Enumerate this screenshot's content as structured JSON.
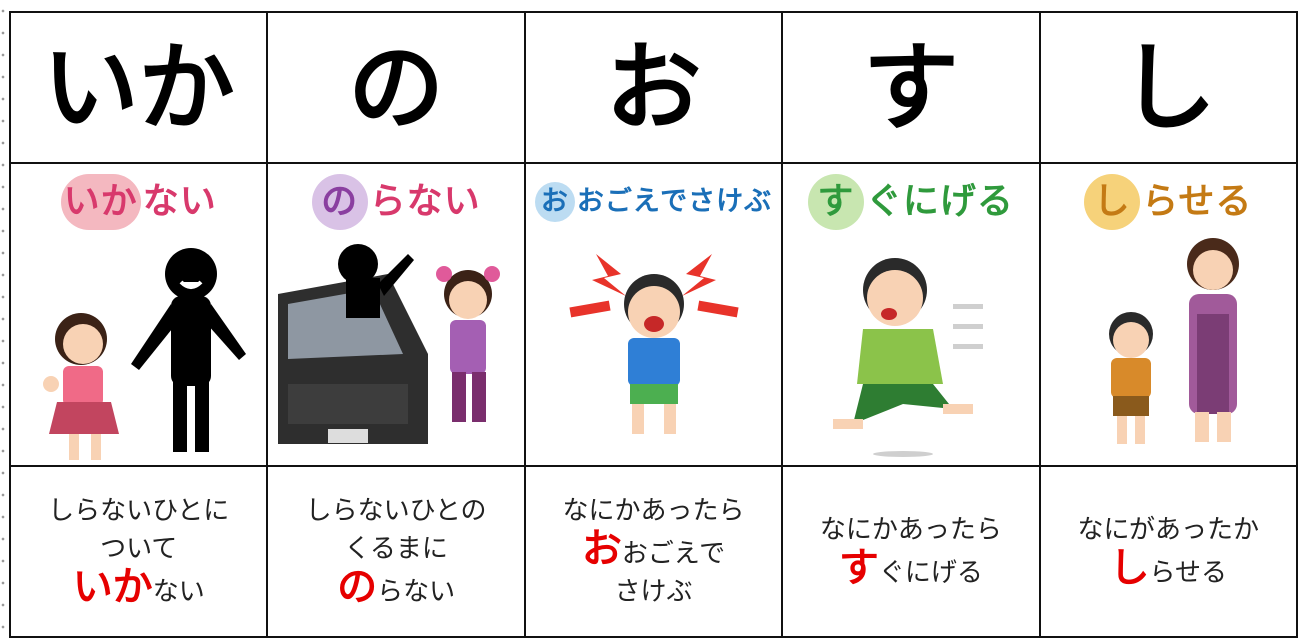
{
  "headers": [
    "いか",
    "の",
    "お",
    "す",
    "し"
  ],
  "picture_titles": [
    {
      "first": "いか",
      "rest": "ない",
      "circle_color": "#f4b8c0",
      "text_color": "#d8396c"
    },
    {
      "first": "の",
      "rest": "らない",
      "circle_color": "#d9c2e6",
      "text_color": "#8a3fa0"
    },
    {
      "first": "お",
      "rest": "おごえでさけぶ",
      "circle_color": "#bcdcf2",
      "text_color": "#1a6fb8"
    },
    {
      "first": "す",
      "rest": "ぐにげる",
      "circle_color": "#c8e6b0",
      "text_color": "#2f9a3c"
    },
    {
      "first": "し",
      "rest": "らせる",
      "circle_color": "#f6d27a",
      "text_color": "#c47a14"
    }
  ],
  "descriptions": [
    {
      "line1": "しらないひとに",
      "line2": "ついて",
      "hl": "いか",
      "tail": "ない"
    },
    {
      "line1": "しらないひとの",
      "line2": "くるまに",
      "hl": "の",
      "tail": "らない"
    },
    {
      "line1": "なにかあったら",
      "hl": "お",
      "tail": "おごえで",
      "line3": "さけぶ"
    },
    {
      "line1": "なにかあったら",
      "hl": "す",
      "tail": "ぐにげる"
    },
    {
      "line1": "なにがあったか",
      "hl": "し",
      "tail": "らせる"
    }
  ],
  "colors": {
    "highlight": "#e60000",
    "border": "#111111"
  }
}
